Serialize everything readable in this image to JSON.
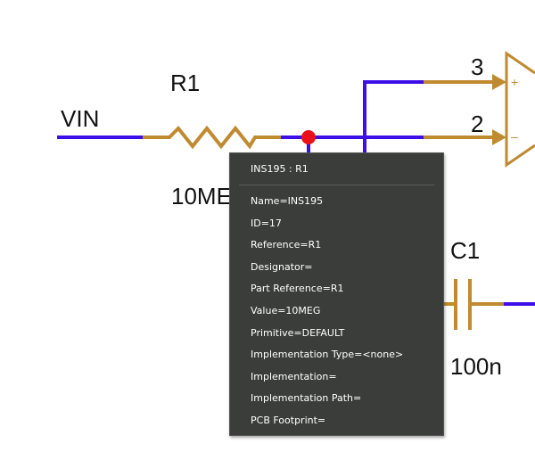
{
  "schematic": {
    "labels": {
      "vin": "VIN",
      "r1": "R1",
      "r1_value": "10MEG",
      "pin3": "3",
      "pin2": "2",
      "c1": "C1",
      "c1_value": "100n"
    },
    "opamp_pins": {
      "plus": "+",
      "minus": "–"
    },
    "colors": {
      "wire": "#3d0fe8",
      "component": "#c08a30",
      "junction": "#e8101a",
      "background": "#ffffff"
    }
  },
  "tooltip": {
    "title": "INS195 : R1",
    "properties": [
      "Name=INS195",
      "ID=17",
      "Reference=R1",
      "Designator=",
      "Part Reference=R1",
      "Value=10MEG",
      "Primitive=DEFAULT",
      "Implementation Type=<none>",
      "Implementation=",
      "Implementation Path=",
      "PCB Footprint="
    ],
    "colors": {
      "background": "#3b3d3b",
      "text": "#ffffff"
    }
  }
}
